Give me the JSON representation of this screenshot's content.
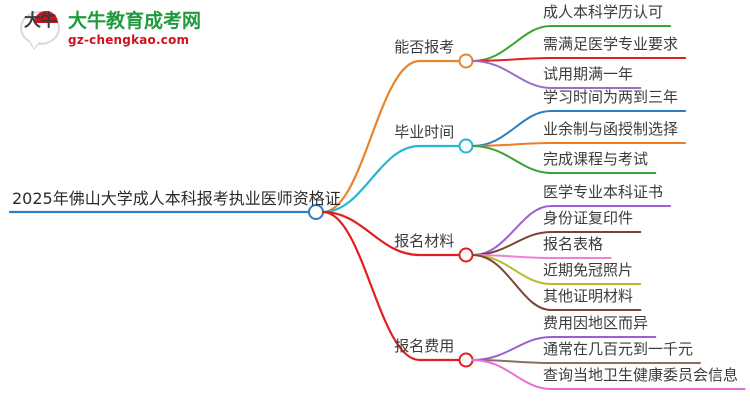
{
  "logo": {
    "mark_text": "大牛",
    "title": "大牛教育成考网",
    "subtitle": "gz-chengkao.com",
    "title_color": "#1f9b3e",
    "subtitle_color": "#d1111b"
  },
  "mindmap": {
    "root": {
      "label": "2025年佛山大学成人本科报考执业医师资格证",
      "color": "#2b7fc4"
    },
    "branches": [
      {
        "label": "能否报考",
        "color": "#e8842a",
        "children": [
          {
            "label": "成人本科学历认可",
            "color": "#3aa335"
          },
          {
            "label": "需满足医学专业要求",
            "color": "#e02020"
          },
          {
            "label": "试用期满一年",
            "color": "#9b6fc4"
          }
        ]
      },
      {
        "label": "毕业时间",
        "color": "#22b8d4",
        "children": [
          {
            "label": "学习时间为两到三年",
            "color": "#2b7fc4"
          },
          {
            "label": "业余制与函授制选择",
            "color": "#f07c22"
          },
          {
            "label": "完成课程与考试",
            "color": "#3aa335"
          }
        ]
      },
      {
        "label": "报名材料",
        "color": "#e02020",
        "children": [
          {
            "label": "医学专业本科证书",
            "color": "#9b5fd0"
          },
          {
            "label": "身份证复印件",
            "color": "#7a4436"
          },
          {
            "label": "报名表格",
            "color": "#f07fd8"
          },
          {
            "label": "近期免冠照片",
            "color": "#b5bb2a"
          },
          {
            "label": "其他证明材料",
            "color": "#7a4436"
          }
        ]
      },
      {
        "label": "报名费用",
        "color": "#e02020",
        "children": [
          {
            "label": "费用因地区而异",
            "color": "#9b5fd0"
          },
          {
            "label": "通常在几百元到一千元",
            "color": "#8a7060"
          },
          {
            "label": "查询当地卫生健康委员会信息",
            "color": "#e86fd0"
          }
        ]
      }
    ]
  }
}
